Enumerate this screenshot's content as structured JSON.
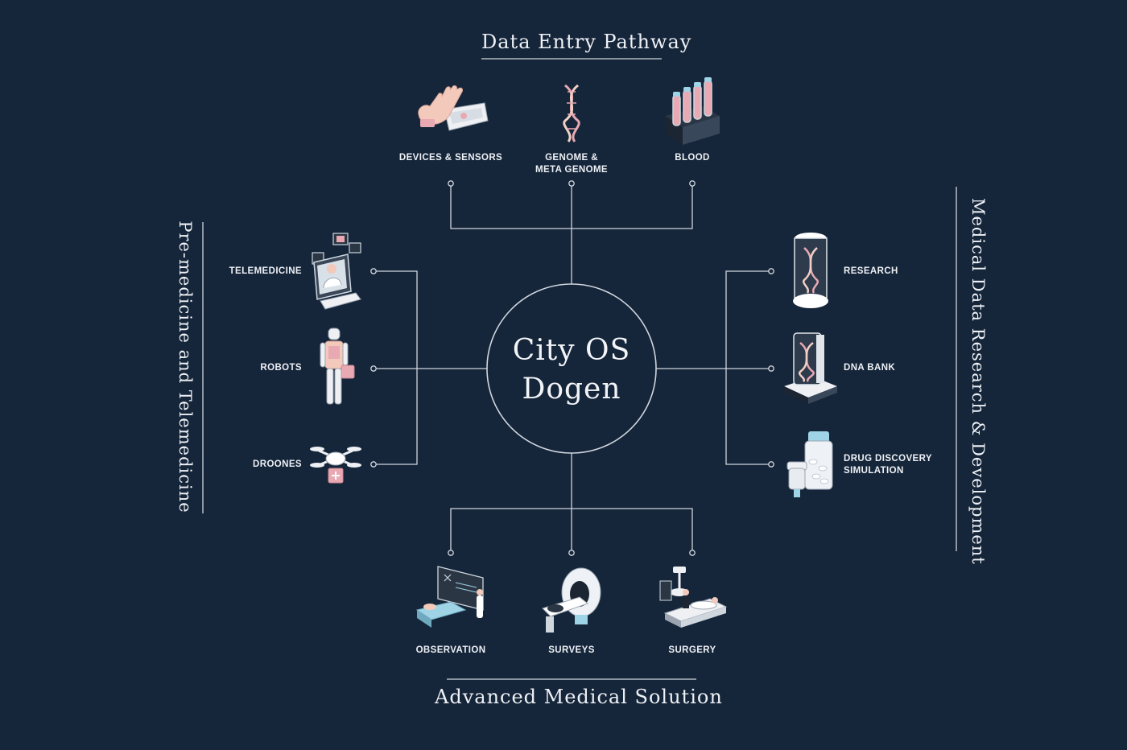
{
  "center": {
    "line1": "City OS",
    "line2": "Dogen"
  },
  "sections": {
    "top": "Data Entry Pathway",
    "bottom": "Advanced Medical Solution",
    "left": "Pre-medicine and Telemedicine",
    "right": "Medical Data Research & Development"
  },
  "nodes": {
    "devices": "DEVICES & SENSORS",
    "genome1": "GENOME &",
    "genome2": "META GENOME",
    "blood": "BLOOD",
    "telemedicine": "TELEMEDICINE",
    "robots": "ROBOTS",
    "droones": "DROONES",
    "research": "RESEARCH",
    "dnabank": "DNA BANK",
    "drug1": "DRUG DISCOVERY",
    "drug2": "SIMULATION",
    "observation": "OBSERVATION",
    "surveys": "SURVEYS",
    "surgery": "SURGERY"
  },
  "colors": {
    "background": "#15253a",
    "line": "#cfd6de",
    "accent": "#e8a9b3"
  }
}
